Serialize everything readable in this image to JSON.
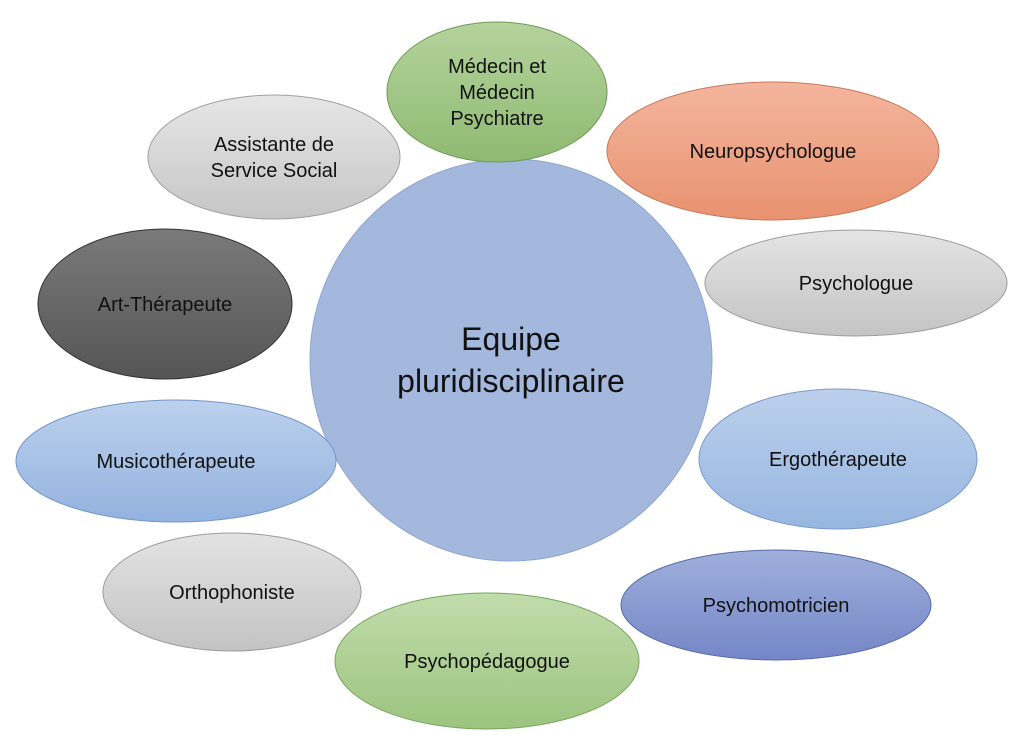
{
  "diagram": {
    "center": {
      "lines": [
        "Equipe",
        "pluridisciplinaire"
      ],
      "color": "#a4b8de"
    },
    "nodes": [
      {
        "id": "medecin",
        "lines": [
          "Médecin et",
          "Médecin",
          "Psychiatre"
        ],
        "color_top": "#b4d39c",
        "color_bottom": "#8fba72",
        "stroke": "#6f9a55"
      },
      {
        "id": "neuropsychologue",
        "lines": [
          "Neuropsychologue"
        ],
        "color_top": "#f4b59d",
        "color_bottom": "#e8926f",
        "stroke": "#c7785a"
      },
      {
        "id": "psychologue",
        "lines": [
          "Psychologue"
        ],
        "color_top": "#e4e4e4",
        "color_bottom": "#c4c4c4",
        "stroke": "#9d9d9d"
      },
      {
        "id": "ergotherapeute",
        "lines": [
          "Ergothérapeute"
        ],
        "color_top": "#bcd0ec",
        "color_bottom": "#97b6e0",
        "stroke": "#7b9acb"
      },
      {
        "id": "psychomotricien",
        "lines": [
          "Psychomotricien"
        ],
        "color_top": "#9fb0dd",
        "color_bottom": "#7486c6",
        "stroke": "#566ba8"
      },
      {
        "id": "psychopedagogue",
        "lines": [
          "Psychopédagogue"
        ],
        "color_top": "#c2dcac",
        "color_bottom": "#9cc47f",
        "stroke": "#78a55c"
      },
      {
        "id": "orthophoniste",
        "lines": [
          "Orthophoniste"
        ],
        "color_top": "#e3e3e3",
        "color_bottom": "#c3c3c3",
        "stroke": "#9b9b9b"
      },
      {
        "id": "musicotherapeute",
        "lines": [
          "Musicothérapeute"
        ],
        "color_top": "#bcd1ed",
        "color_bottom": "#93b2de",
        "stroke": "#7396ca"
      },
      {
        "id": "art-therapeute",
        "lines": [
          "Art-Thérapeute"
        ],
        "color_top": "#7a7a7a",
        "color_bottom": "#555555",
        "stroke": "#333333"
      },
      {
        "id": "assistante-sociale",
        "lines": [
          "Assistante de",
          "Service Social"
        ],
        "color_top": "#e6e6e6",
        "color_bottom": "#c6c6c6",
        "stroke": "#a0a0a0"
      }
    ]
  }
}
